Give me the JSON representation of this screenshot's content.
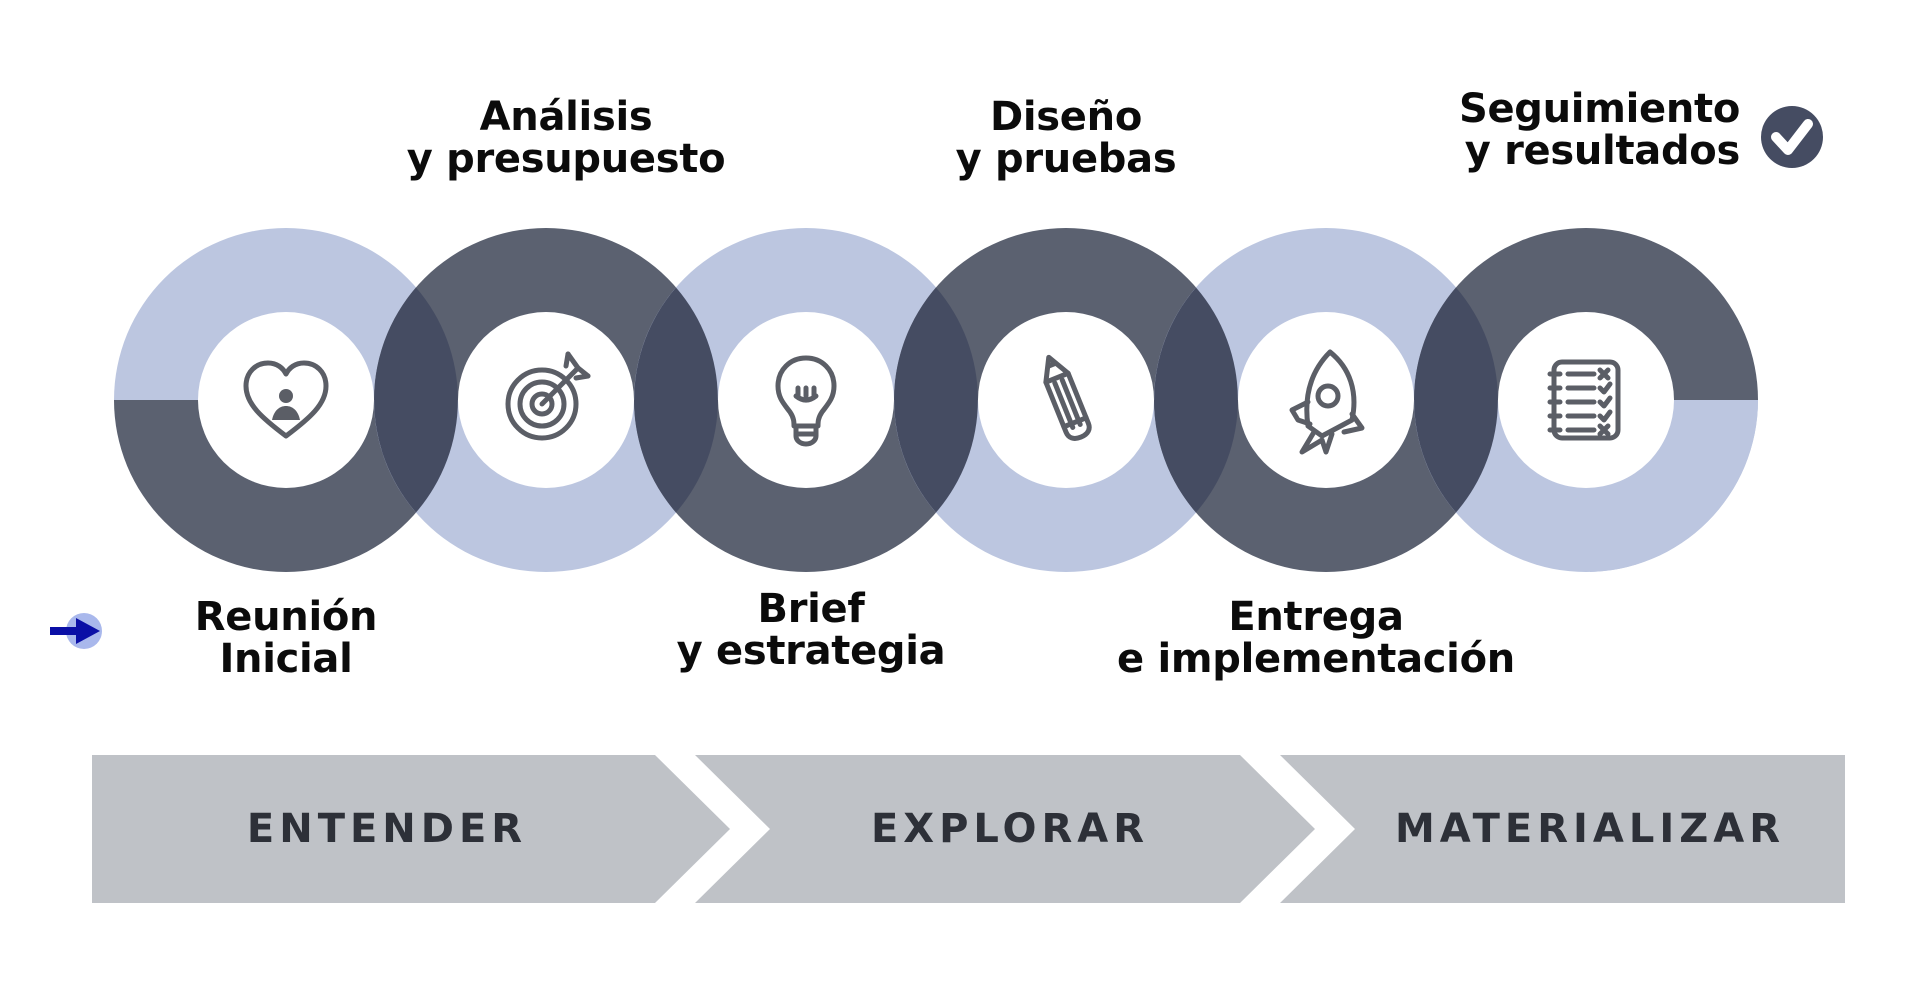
{
  "colors": {
    "dark": "#5b6170",
    "light": "#bcc6e0",
    "overlap": "#454c62",
    "icon": "#5b5e66",
    "chevron": "#bfc2c7",
    "text": "#0b0b0b",
    "phase_text": "#2d3038",
    "check": "#454c62",
    "arrow": "#0a0fa6",
    "arrow_dot": "#a9b8ec"
  },
  "steps": [
    {
      "line1": "Reunión",
      "line2": "Inicial",
      "icon": "heart-person-icon"
    },
    {
      "line1": "Análisis",
      "line2": "y presupuesto",
      "icon": "target-icon"
    },
    {
      "line1": "Brief",
      "line2": "y estrategia",
      "icon": "lightbulb-icon"
    },
    {
      "line1": "Diseño",
      "line2": "y pruebas",
      "icon": "pencil-icon"
    },
    {
      "line1": "Entrega",
      "line2": "e implementación",
      "icon": "rocket-icon"
    },
    {
      "line1": "Seguimiento",
      "line2": "y resultados",
      "icon": "checklist-icon"
    }
  ],
  "phases": [
    {
      "label": "ENTENDER"
    },
    {
      "label": "EXPLORAR"
    },
    {
      "label": "MATERIALIZAR"
    }
  ],
  "done_icon": "check-circle-icon",
  "start_icon": "arrow-right-icon"
}
